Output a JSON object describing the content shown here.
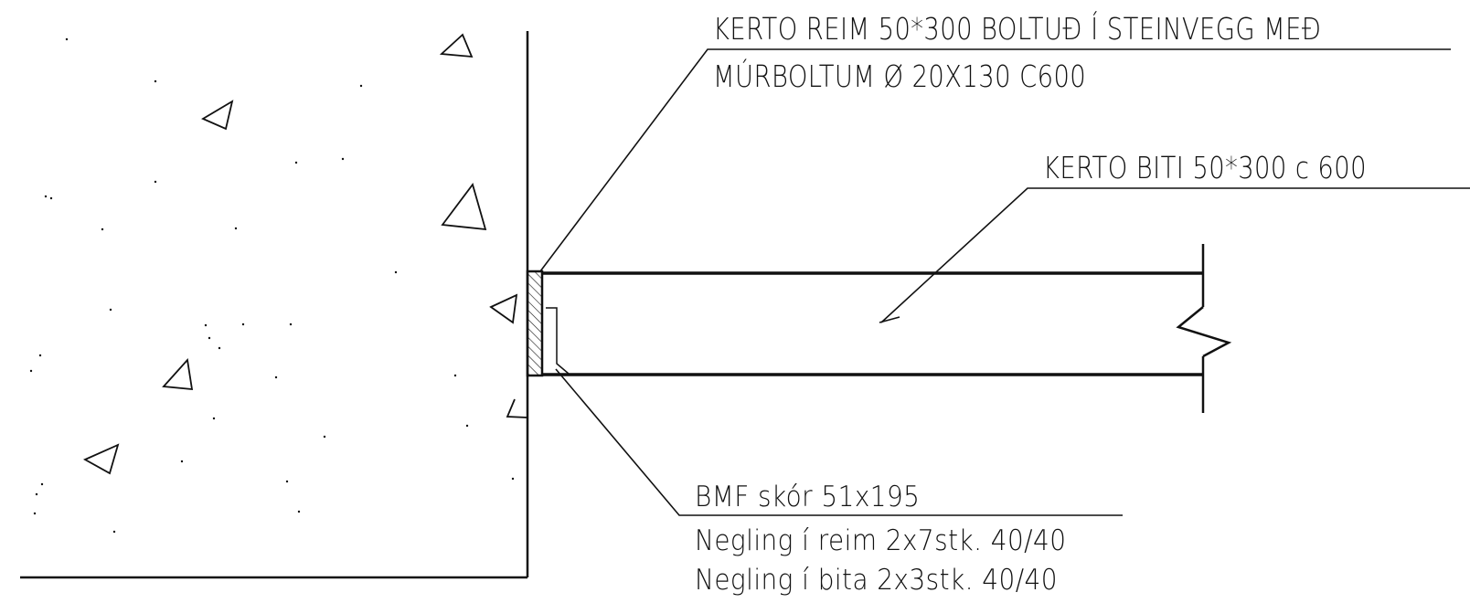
{
  "labels": {
    "rim_line1": "KERTO REIM 50*300 BOLTUÐ Í STEINVEGG MEÐ",
    "rim_line2": "MÚRBOLTUM Ø 20X130 C600",
    "joist": "KERTO BITI 50*300 c 600",
    "hanger_line1": "BMF skór 51x195",
    "hanger_line2": "Negling í reim 2x7stk. 40/40",
    "hanger_line3": "Negling í bita 2x3stk. 40/40"
  },
  "colors": {
    "line": "#111111",
    "background": "#ffffff"
  }
}
